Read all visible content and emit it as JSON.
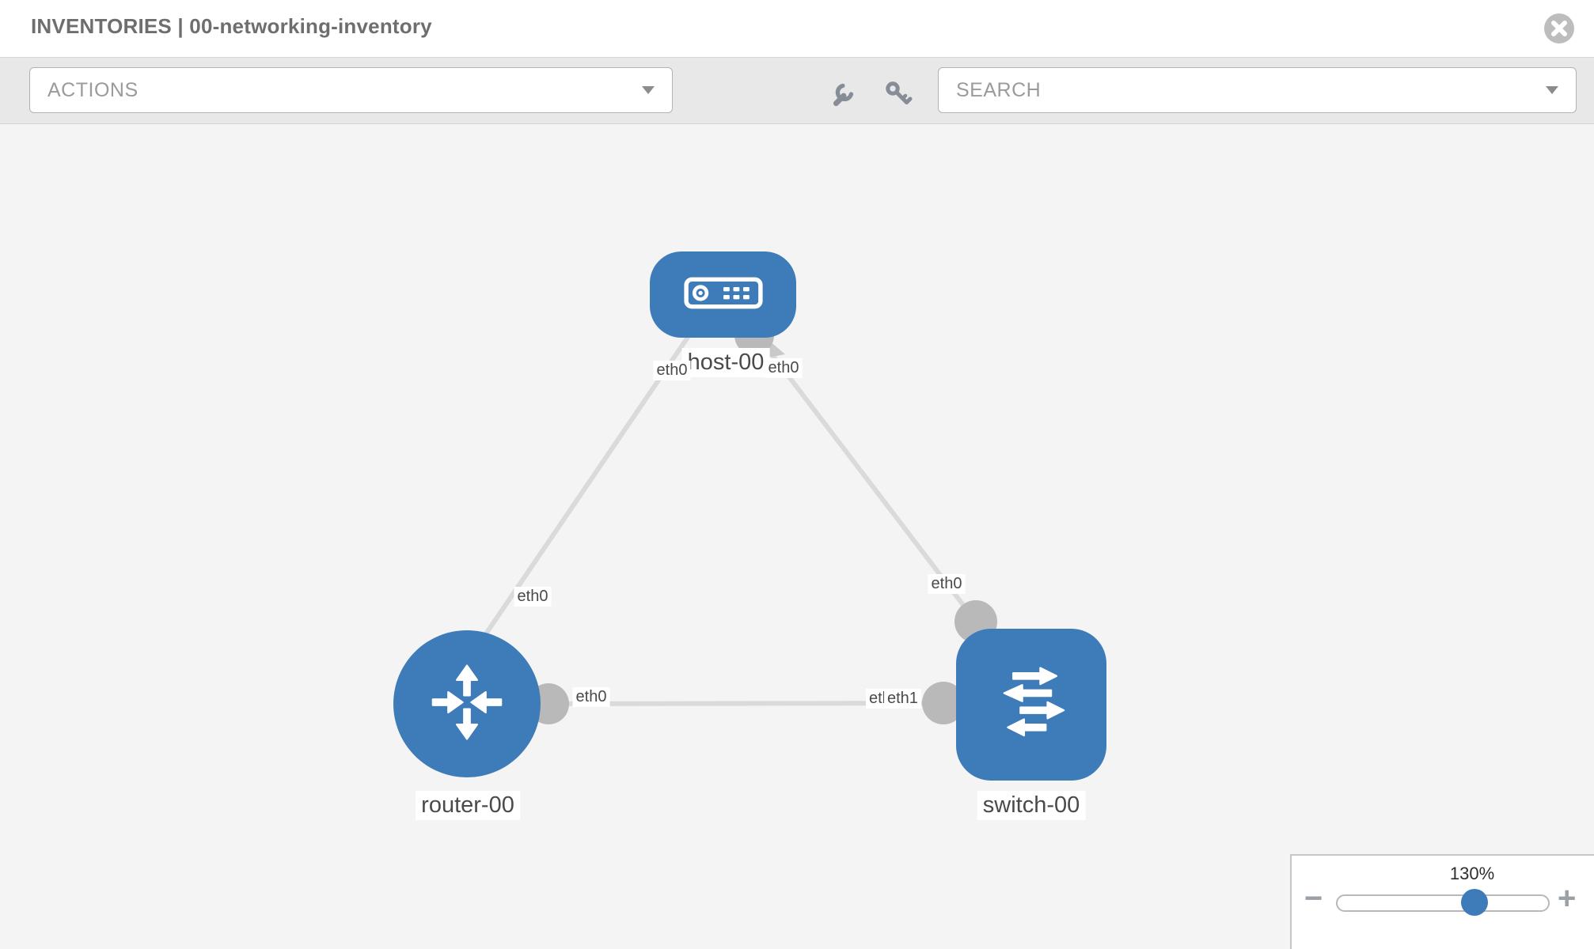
{
  "header": {
    "title": "INVENTORIES | 00-networking-inventory"
  },
  "toolbar": {
    "actions": {
      "label": "ACTIONS"
    },
    "search": {
      "label": "SEARCH"
    },
    "icons": [
      "wrench",
      "key"
    ]
  },
  "topology": {
    "nodes": {
      "host": {
        "label": "host-00",
        "type": "host"
      },
      "router": {
        "label": "router-00",
        "type": "router"
      },
      "switch": {
        "label": "switch-00",
        "type": "switch"
      }
    },
    "port_labels": {
      "host_left": "eth0",
      "host_right": "eth0",
      "host_router_link": "eth0",
      "host_switch_link": "eth0",
      "router_right": "eth0",
      "switch_left_back": "eth0",
      "switch_left_front": "eth1"
    },
    "links": [
      {
        "source": "host-00",
        "target": "router-00",
        "source_interface": "eth0",
        "target_interface": "eth0"
      },
      {
        "source": "host-00",
        "target": "switch-00",
        "source_interface": "eth0",
        "target_interface": "eth0"
      },
      {
        "source": "router-00",
        "target": "switch-00",
        "source_interface": "eth0",
        "target_interface": "eth1"
      }
    ]
  },
  "zoom_control": {
    "level": "130%",
    "minus_label": "−",
    "plus_label": "+"
  },
  "colors": {
    "node_blue": "#3d7cb8",
    "link_gray": "#dadada",
    "connector_gray": "#b9b9b9",
    "canvas_bg": "#f4f4f4",
    "toolbar_bg": "#e8e8e8"
  }
}
